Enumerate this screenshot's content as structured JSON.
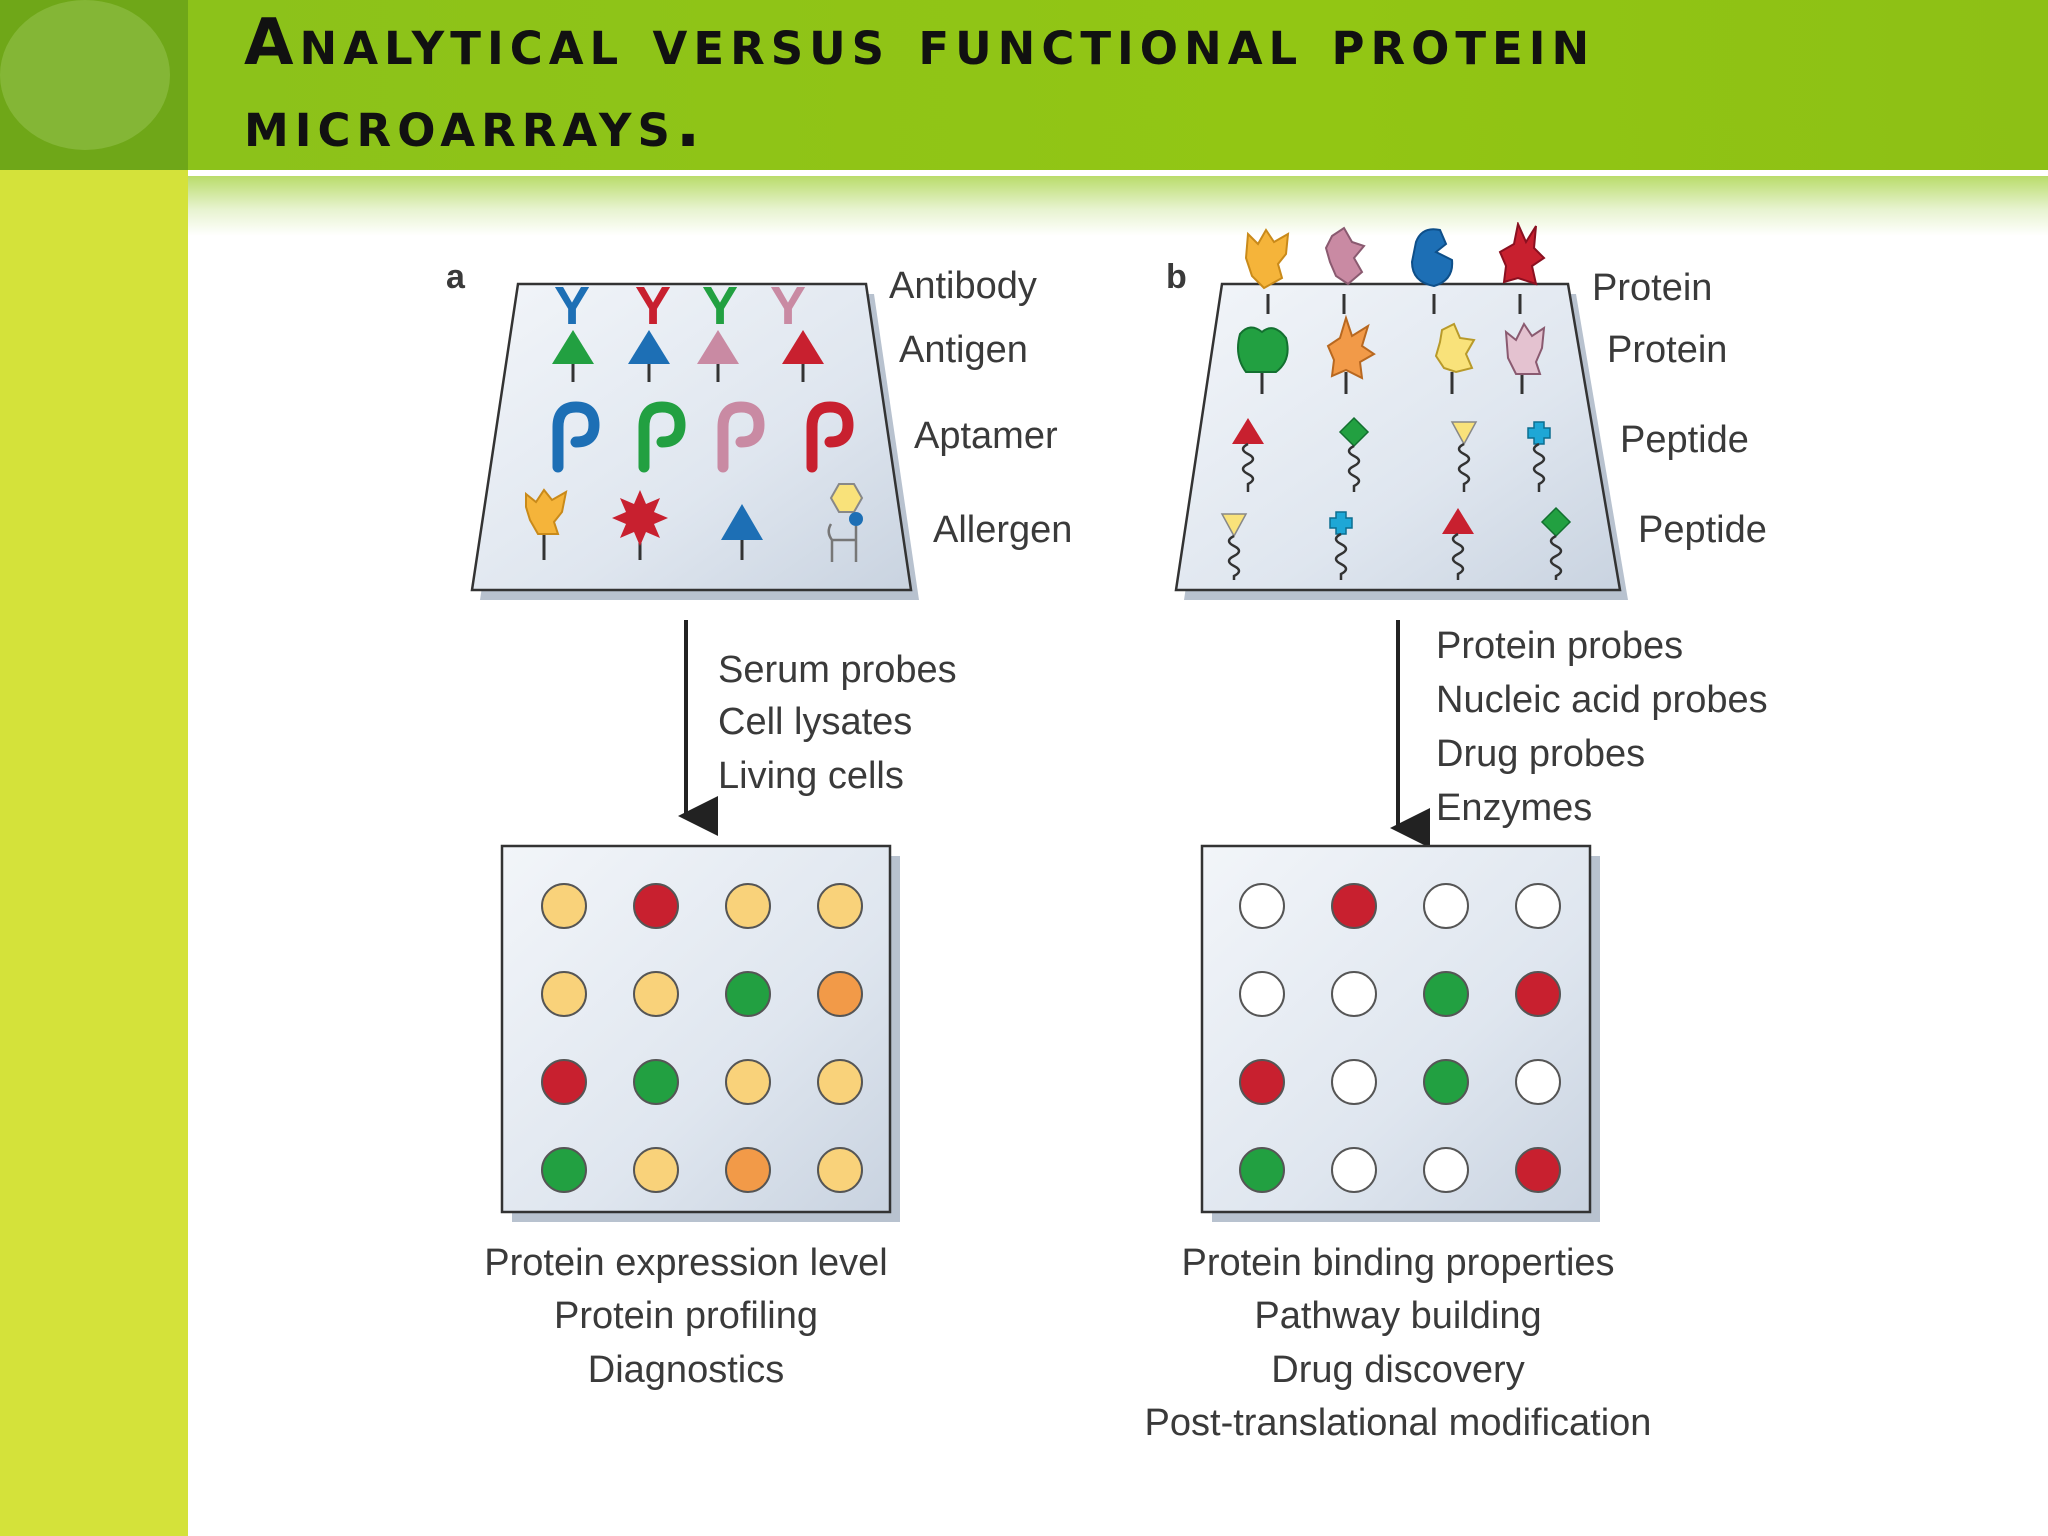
{
  "slide": {
    "title": "Analytical versus functional protein microarrays."
  },
  "panel_a": {
    "letter": "a",
    "row_labels": [
      "Antibody",
      "Antigen",
      "Aptamer",
      "Allergen"
    ],
    "probes": [
      "Serum probes",
      "Cell lysates",
      "Living cells"
    ],
    "applications": [
      "Protein expression level",
      "Protein profiling",
      "Diagnostics"
    ],
    "readout_colors": [
      [
        "#f9d27a",
        "#c8202f",
        "#f9d27a",
        "#f9d27a"
      ],
      [
        "#f9d27a",
        "#f9d27a",
        "#22a041",
        "#f29a48"
      ],
      [
        "#c8202f",
        "#22a041",
        "#f9d27a",
        "#f9d27a"
      ],
      [
        "#22a041",
        "#f9d27a",
        "#f29a48",
        "#f9d27a"
      ]
    ]
  },
  "panel_b": {
    "letter": "b",
    "row_labels": [
      "Protein",
      "Protein",
      "Peptide",
      "Peptide"
    ],
    "probes": [
      "Protein probes",
      "Nucleic acid probes",
      "Drug probes",
      "Enzymes"
    ],
    "applications": [
      "Protein binding properties",
      "Pathway building",
      "Drug discovery",
      "Post-translational modification"
    ],
    "readout_colors": [
      [
        "#ffffff",
        "#c8202f",
        "#ffffff",
        "#ffffff"
      ],
      [
        "#ffffff",
        "#ffffff",
        "#22a041",
        "#c8202f"
      ],
      [
        "#c8202f",
        "#ffffff",
        "#22a041",
        "#ffffff"
      ],
      [
        "#22a041",
        "#ffffff",
        "#ffffff",
        "#c8202f"
      ]
    ]
  },
  "colors": {
    "title_bar": "#8cc21a",
    "left_band": "#d4e23a",
    "array_fill": "#dde4ee",
    "red": "#c8202f",
    "green": "#22a041",
    "blue": "#1d6fb5",
    "yellow": "#f9d27a",
    "orange": "#f29a48",
    "pink": "#c98aa3"
  }
}
